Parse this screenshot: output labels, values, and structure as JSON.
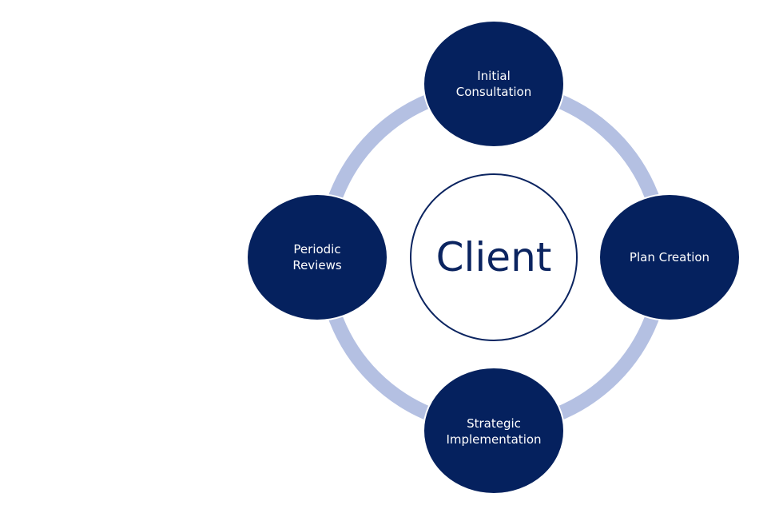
{
  "colors": {
    "background": "#ffffff",
    "ring": "#b4c0e2",
    "node_fill": "#05215e",
    "node_border": "#ffffff",
    "node_text": "#ffffff",
    "center_border": "#0b2460",
    "center_text": "#0b2460"
  },
  "center": {
    "label": "Client"
  },
  "nodes": {
    "top": {
      "line1": "Initial",
      "line2": "Consultation"
    },
    "right": {
      "line1": "Plan Creation"
    },
    "bottom": {
      "line1": "Strategic",
      "line2": "Implementation"
    },
    "left": {
      "line1": "Periodic",
      "line2": "Reviews"
    }
  }
}
